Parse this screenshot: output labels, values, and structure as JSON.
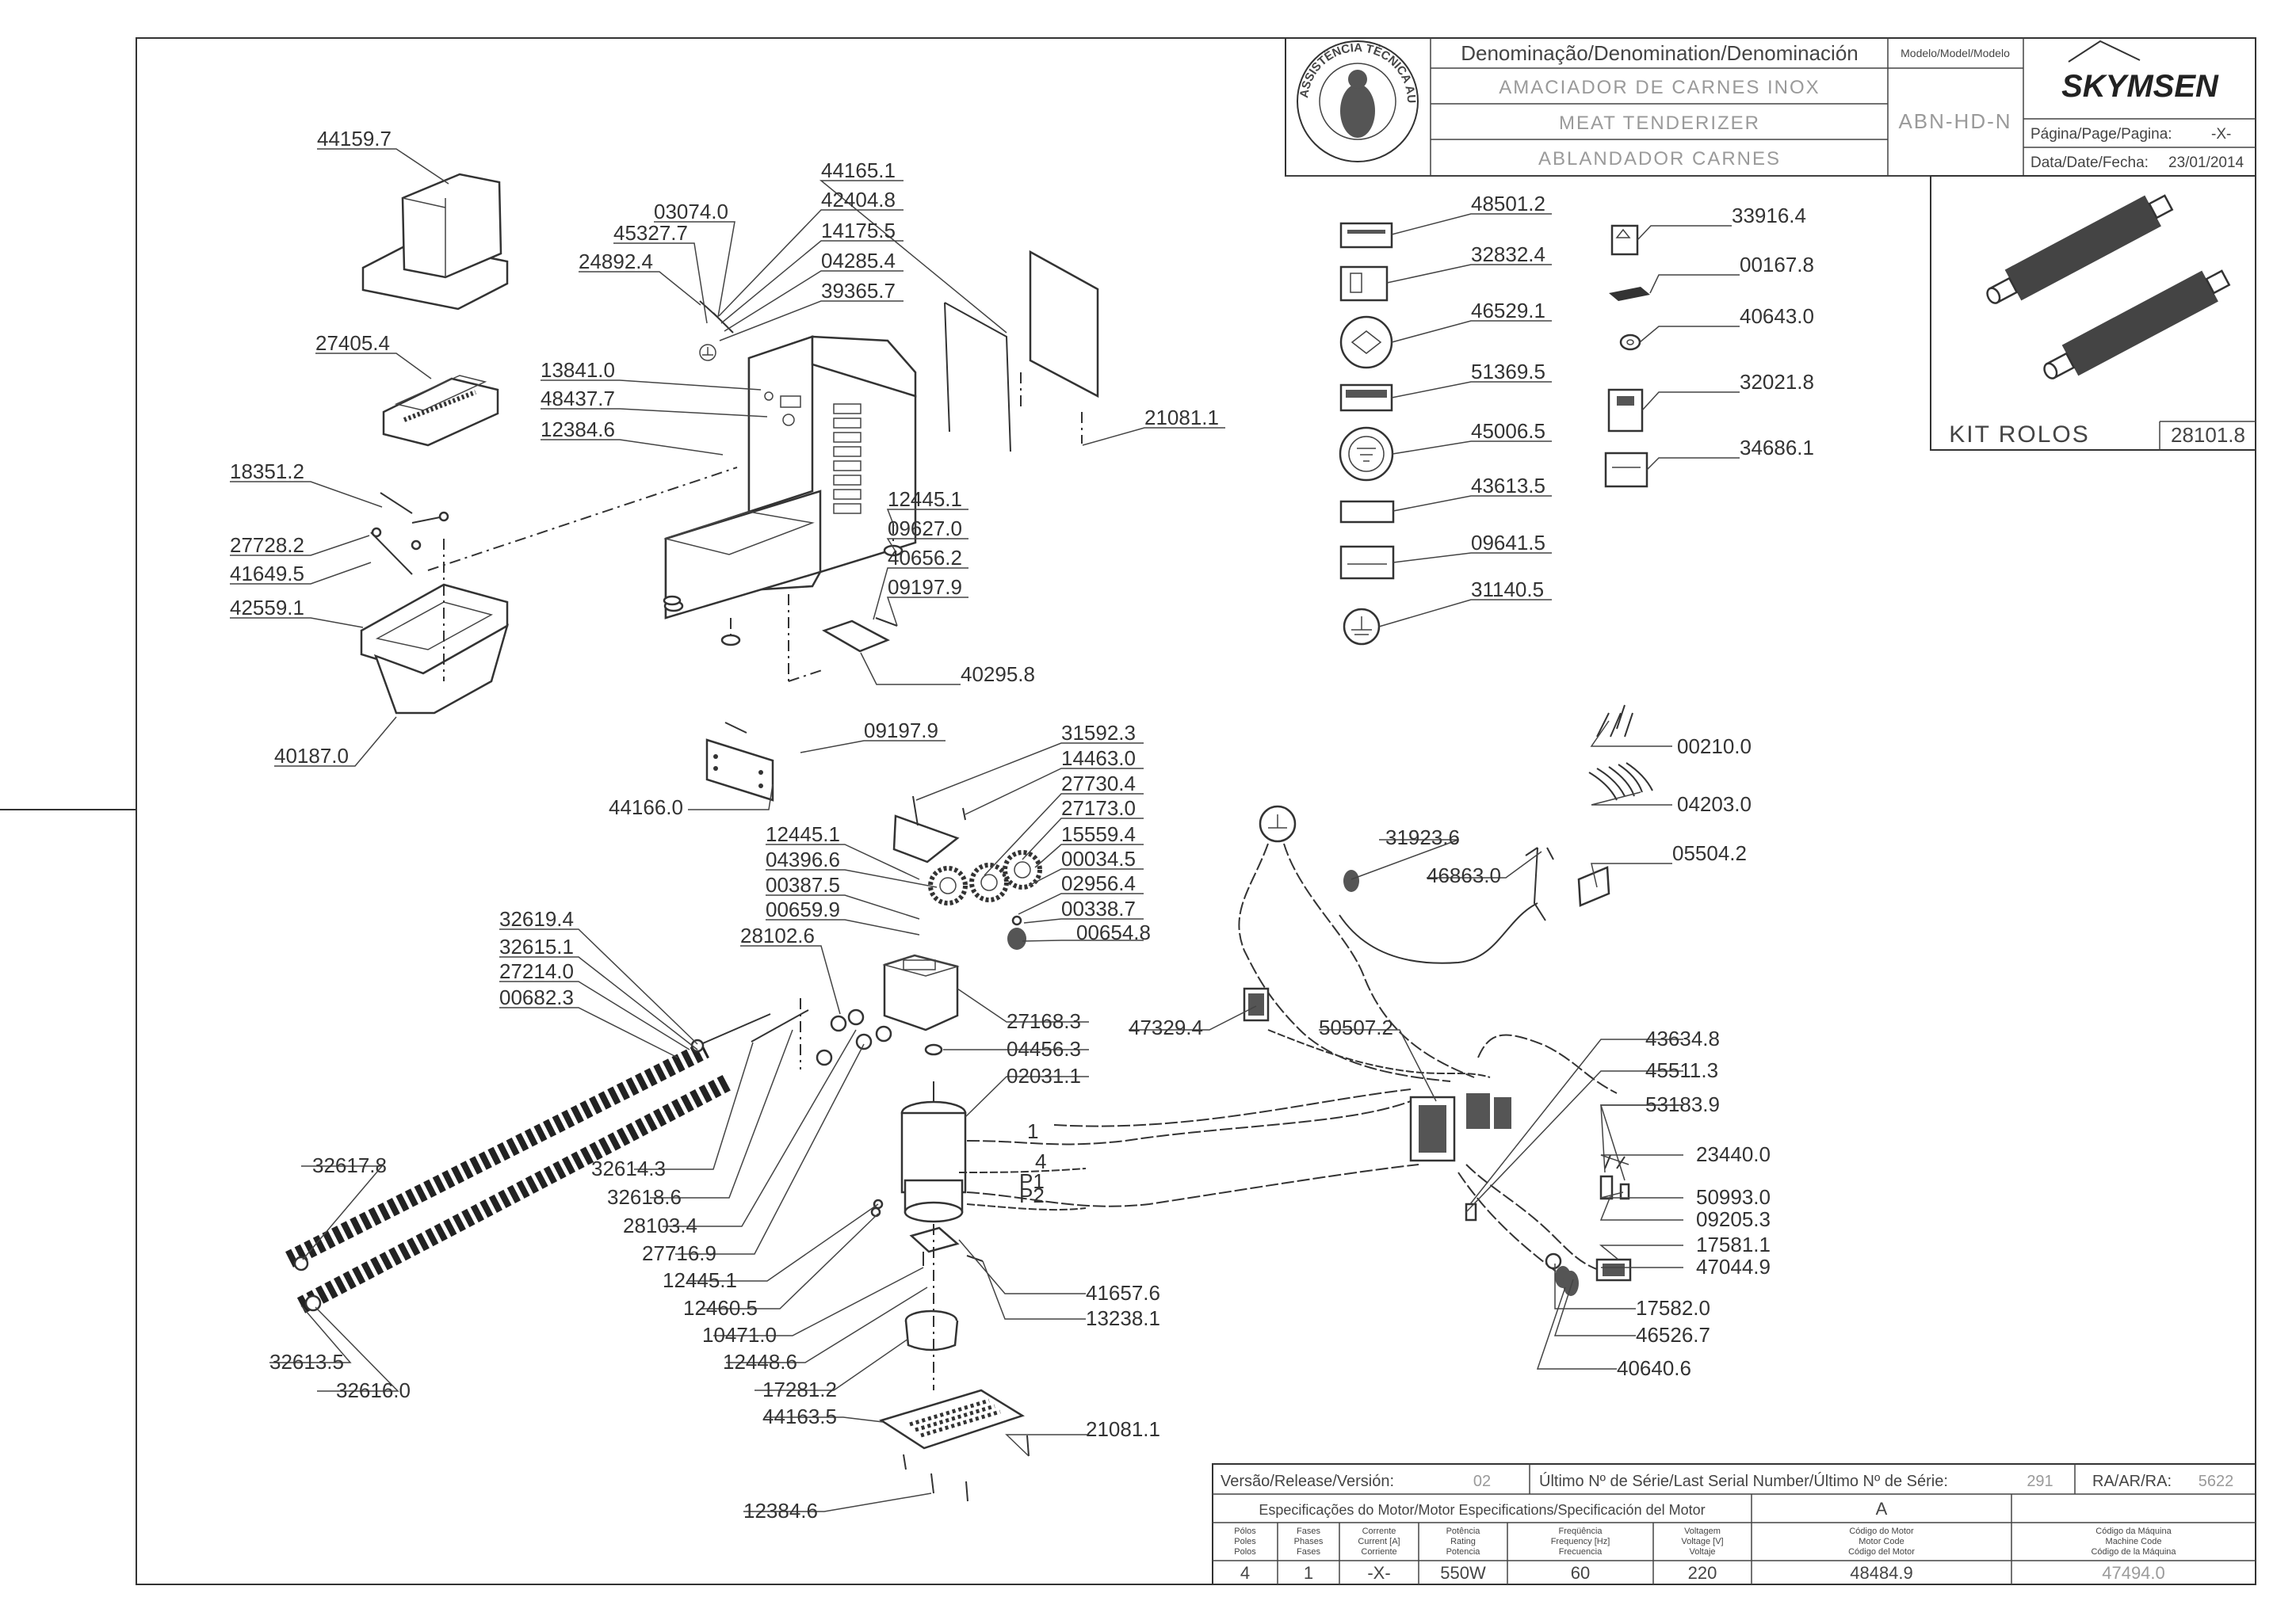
{
  "title_block": {
    "denomination_header": "Denominação/Denomination/Denominación",
    "name_pt": "AMACIADOR DE CARNES INOX",
    "name_en": "MEAT TENDERIZER",
    "name_es": "ABLANDADOR CARNES",
    "model_header": "Modelo/Model/Modelo",
    "model": "ABN-HD-N",
    "brand": "SKYMSEN",
    "seal_text": "ASSISTÊNCIA TÉCNICA AUTORIZADA",
    "page_label": "Página/Page/Pagina:",
    "page_value": "-X-",
    "date_label": "Data/Date/Fecha:",
    "date_value": "23/01/2014"
  },
  "kit": {
    "label": "KIT ROLOS",
    "code": "28101.8"
  },
  "release": {
    "version_label": "Versão/Release/Versión:",
    "version_value": "02",
    "serial_label": "Último Nº de Série/Last Serial Number/Último Nº de Série:",
    "serial_value": "291",
    "ra_label": "RA/AR/RA:",
    "ra_value": "5622"
  },
  "motor_spec": {
    "header": "Especificações do Motor/Motor Especifications/Specificación del Motor",
    "variant": "A",
    "columns": [
      {
        "l1": "Pólos",
        "l2": "Poles",
        "l3": "Polos",
        "value": "4"
      },
      {
        "l1": "Fases",
        "l2": "Phases",
        "l3": "Fases",
        "value": "1"
      },
      {
        "l1": "Corrente",
        "l2": "Current [A]",
        "l3": "Corriente",
        "value": "-X-"
      },
      {
        "l1": "Potência",
        "l2": "Rating",
        "l3": "Potencia",
        "value": "550W"
      },
      {
        "l1": "Freqüência",
        "l2": "Frequency [Hz]",
        "l3": "Frecuencia",
        "value": "60"
      },
      {
        "l1": "Voltagem",
        "l2": "Voltage [V]",
        "l3": "Voltaje",
        "value": "220"
      },
      {
        "l1": "Código do Motor",
        "l2": "Motor Code",
        "l3": "Código del Motor",
        "value": "48484.9"
      },
      {
        "l1": "Código da Máquina",
        "l2": "Machine Code",
        "l3": "Código de la Máquina",
        "value": "47494.0"
      }
    ]
  },
  "parts": [
    "44159.7",
    "27405.4",
    "18351.2",
    "27728.2",
    "41649.5",
    "42559.1",
    "40187.0",
    "03074.0",
    "45327.7",
    "24892.4",
    "44165.1",
    "42404.8",
    "14175.5",
    "04285.4",
    "39365.7",
    "13841.0",
    "48437.7",
    "12384.6",
    "21081.1",
    "12445.1",
    "09627.0",
    "40656.2",
    "09197.9",
    "40295.8",
    "48501.2",
    "32832.4",
    "46529.1",
    "51369.5",
    "45006.5",
    "43613.5",
    "09641.5",
    "31140.5",
    "33916.4",
    "00167.8",
    "40643.0",
    "32021.8",
    "34686.1",
    "09197.9",
    "44166.0",
    "31592.3",
    "14463.0",
    "27730.4",
    "27173.0",
    "15559.4",
    "00034.5",
    "02956.4",
    "00338.7",
    "00654.8",
    "12445.1",
    "04396.6",
    "00387.5",
    "00659.9",
    "28102.6",
    "32619.4",
    "32615.1",
    "27214.0",
    "00682.3",
    "27168.3",
    "04456.3",
    "02031.1",
    "32614.3",
    "32618.6",
    "28103.4",
    "27716.9",
    "12445.1",
    "12460.5",
    "10471.0",
    "12448.6",
    "17281.2",
    "44163.5",
    "12384.6",
    "41657.6",
    "13238.1",
    "21081.1",
    "32617.8",
    "32613.5",
    "32616.0",
    "00210.0",
    "04203.0",
    "31923.6",
    "46863.0",
    "05504.2",
    "47329.4",
    "50507.2",
    "43634.8",
    "45511.3",
    "53183.9",
    "23440.0",
    "50993.0",
    "09205.3",
    "17581.1",
    "47044.9",
    "17582.0",
    "46526.7",
    "40640.6"
  ],
  "wire_labels": [
    "1",
    "4",
    "P1",
    "P2"
  ],
  "icons": [
    "gear-icon",
    "roller-icon",
    "motor-icon",
    "ground-icon",
    "plug-icon",
    "switch-icon"
  ]
}
